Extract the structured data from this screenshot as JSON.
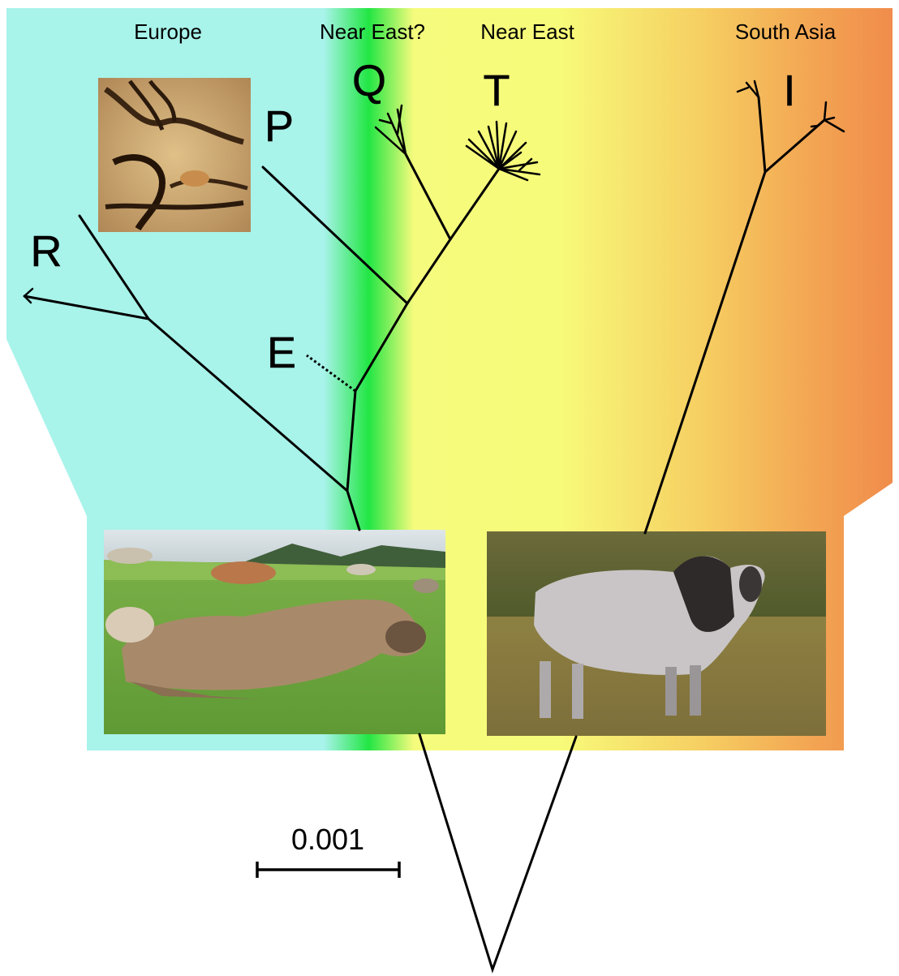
{
  "regions": {
    "europe": "Europe",
    "near_east_q": "Near East?",
    "near_east": "Near East",
    "south_asia": "South Asia"
  },
  "haplogroups": {
    "r": "R",
    "p": "P",
    "q": "Q",
    "t": "T",
    "e": "E",
    "i": "I"
  },
  "scale_bar": {
    "label": "0.001"
  },
  "colors": {
    "europe_band": "#a8f3ea",
    "green_band": "#22e644",
    "near_east_band": "#f7fb7a",
    "south_asia_band": "#f08a4b",
    "branch": "#000000"
  },
  "images": {
    "cave_painting": "cave-painting",
    "taurine_cow": "taurine-cow-photo",
    "zebu_bull": "zebu-bull-photo"
  }
}
